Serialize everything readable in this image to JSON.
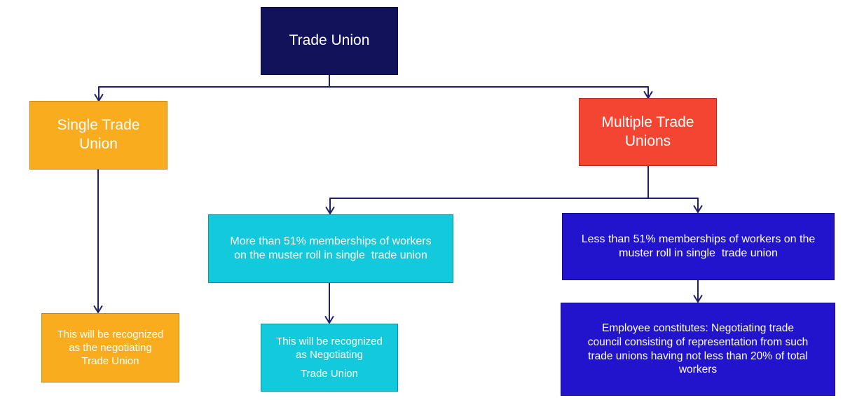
{
  "canvas": {
    "background": "#FFFFFF"
  },
  "colors": {
    "connector": "#1F1F6E",
    "text": "#FFFFFF",
    "navy": "#12125A",
    "orange": "#F8AC1E",
    "red": "#F44533",
    "cyan": "#12CADB",
    "blue": "#2114CC"
  },
  "nodes": [
    {
      "id": "trade-union",
      "lines": [
        "Trade Union"
      ],
      "color": "#12125A"
    },
    {
      "id": "single-trade-union",
      "lines": [
        "Single Trade",
        "Union"
      ],
      "color": "#F8AC1E"
    },
    {
      "id": "multiple-trade-unions",
      "lines": [
        "Multiple Trade",
        "Unions"
      ],
      "color": "#F44533"
    },
    {
      "id": "more-than-51",
      "lines": [
        "More than 51% memberships of workers",
        "on the muster roll in single  trade union"
      ],
      "color": "#12CADB"
    },
    {
      "id": "less-than-51",
      "lines": [
        "Less than 51% memberships of workers on the",
        "muster roll in single  trade union"
      ],
      "color": "#2114CC"
    },
    {
      "id": "recognized-single",
      "lines": [
        "This will be recognized",
        "as the negotiating",
        "Trade Union"
      ],
      "color": "#F8AC1E"
    },
    {
      "id": "recognized-majority",
      "lines": [
        "This will be recognized",
        "as Negotiating",
        "Trade Union"
      ],
      "color": "#12CADB"
    },
    {
      "id": "negotiating-council",
      "lines": [
        "Employee constitutes: Negotiating trade",
        "council consisting of representation from such",
        "trade unions having not less than 20% of total",
        "workers"
      ],
      "color": "#2114CC"
    }
  ]
}
